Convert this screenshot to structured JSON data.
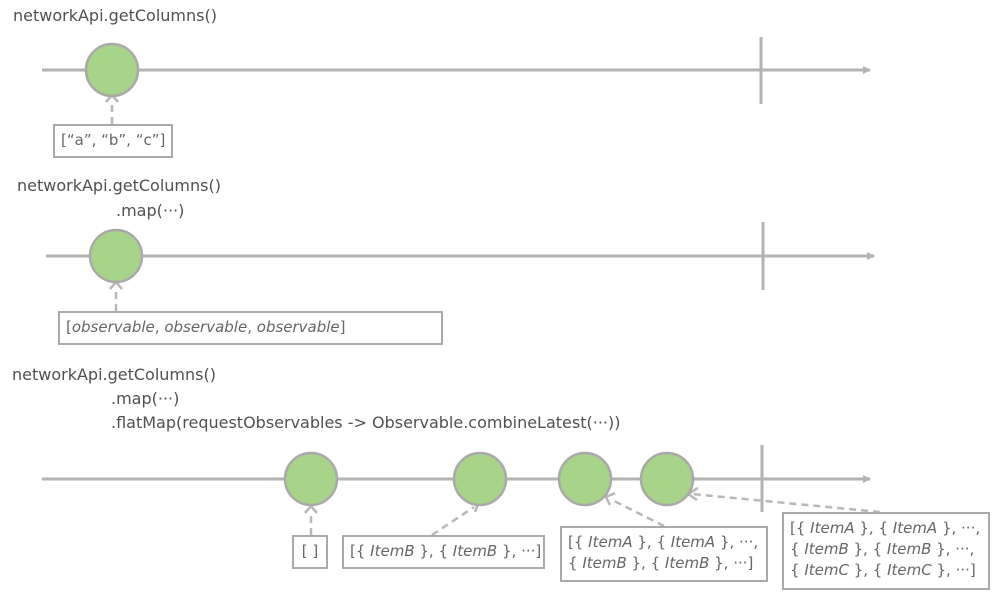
{
  "diagrams": [
    {
      "code_lines": [
        "networkApi.getColumns()"
      ],
      "emissions": [
        {
          "value_parts": [
            {
              "text": "[“a”, “b”, “c”]",
              "italic": false
            }
          ]
        }
      ]
    },
    {
      "code_lines": [
        "networkApi.getColumns()",
        ".map(···)"
      ],
      "emissions": [
        {
          "value_parts": [
            {
              "text": "[",
              "italic": false
            },
            {
              "text": "observable",
              "italic": true
            },
            {
              "text": ", ",
              "italic": false
            },
            {
              "text": "observable",
              "italic": true
            },
            {
              "text": ", ",
              "italic": false
            },
            {
              "text": "observable",
              "italic": true
            },
            {
              "text": "]",
              "italic": false
            }
          ]
        }
      ]
    },
    {
      "code_lines": [
        "networkApi.getColumns()",
        ".map(···)",
        ".flatMap(requestObservables -> Observable.combineLatest(···))"
      ],
      "emissions": [
        {
          "value_lines": [
            [
              {
                "text": "[ ]",
                "italic": false
              }
            ]
          ]
        },
        {
          "value_lines": [
            [
              {
                "text": "[{ ",
                "italic": false
              },
              {
                "text": "ItemB",
                "italic": true
              },
              {
                "text": " }, { ",
                "italic": false
              },
              {
                "text": "ItemB",
                "italic": true
              },
              {
                "text": " }, ···]",
                "italic": false
              }
            ]
          ]
        },
        {
          "value_lines": [
            [
              {
                "text": "[{ ",
                "italic": false
              },
              {
                "text": "ItemA",
                "italic": true
              },
              {
                "text": " }, { ",
                "italic": false
              },
              {
                "text": "ItemA",
                "italic": true
              },
              {
                "text": " }, ···,",
                "italic": false
              }
            ],
            [
              {
                "text": "{ ",
                "italic": false
              },
              {
                "text": "ItemB",
                "italic": true
              },
              {
                "text": " }, { ",
                "italic": false
              },
              {
                "text": "ItemB",
                "italic": true
              },
              {
                "text": " }, ···]",
                "italic": false
              }
            ]
          ]
        },
        {
          "value_lines": [
            [
              {
                "text": "[{ ",
                "italic": false
              },
              {
                "text": "ItemA",
                "italic": true
              },
              {
                "text": " }, { ",
                "italic": false
              },
              {
                "text": "ItemA",
                "italic": true
              },
              {
                "text": " }, ···,",
                "italic": false
              }
            ],
            [
              {
                "text": "{ ",
                "italic": false
              },
              {
                "text": "ItemB",
                "italic": true
              },
              {
                "text": " }, { ",
                "italic": false
              },
              {
                "text": "ItemB",
                "italic": true
              },
              {
                "text": " }, ···,",
                "italic": false
              }
            ],
            [
              {
                "text": "{ ",
                "italic": false
              },
              {
                "text": "ItemC",
                "italic": true
              },
              {
                "text": " }, { ",
                "italic": false
              },
              {
                "text": "ItemC",
                "italic": true
              },
              {
                "text": " }, ···]",
                "italic": false
              }
            ]
          ]
        }
      ]
    }
  ],
  "colors": {
    "timeline": "#b3b3b3",
    "marble_fill": "#a8d48a",
    "marble_stroke": "#a9a9a9",
    "connector": "#b8b8b8",
    "box_border": "#a9a9a9",
    "text": "#505050"
  }
}
